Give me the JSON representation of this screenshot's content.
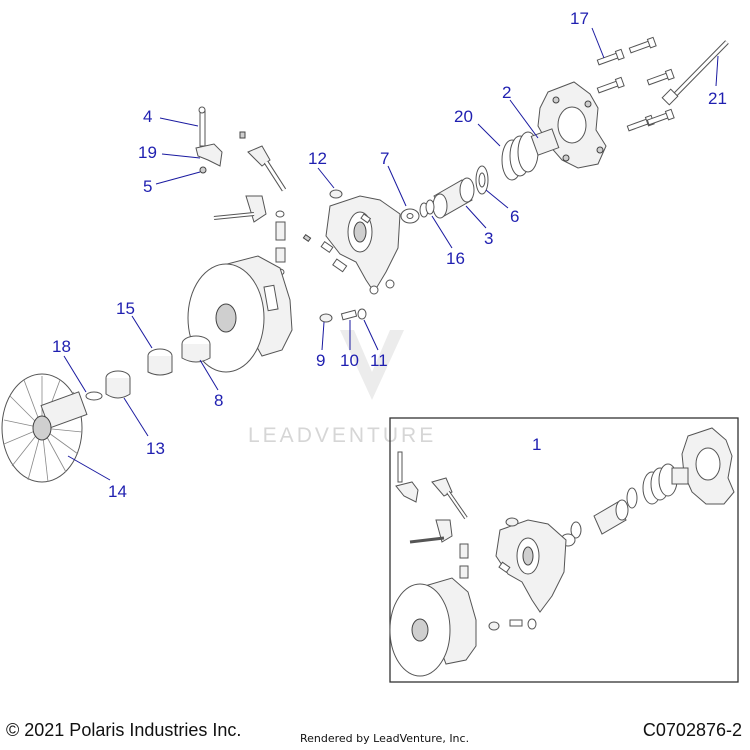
{
  "diagram": {
    "watermark": "LEADVENTURE",
    "callouts": [
      "17",
      "2",
      "21",
      "4",
      "20",
      "19",
      "12",
      "7",
      "5",
      "6",
      "3",
      "16",
      "15",
      "9",
      "10",
      "11",
      "18",
      "8",
      "13",
      "14",
      "1"
    ]
  },
  "footer": {
    "copyright": "© 2021 Polaris Industries Inc.",
    "rendered_by": "Rendered by LeadVenture, Inc.",
    "diagram_code": "C0702876-2"
  }
}
